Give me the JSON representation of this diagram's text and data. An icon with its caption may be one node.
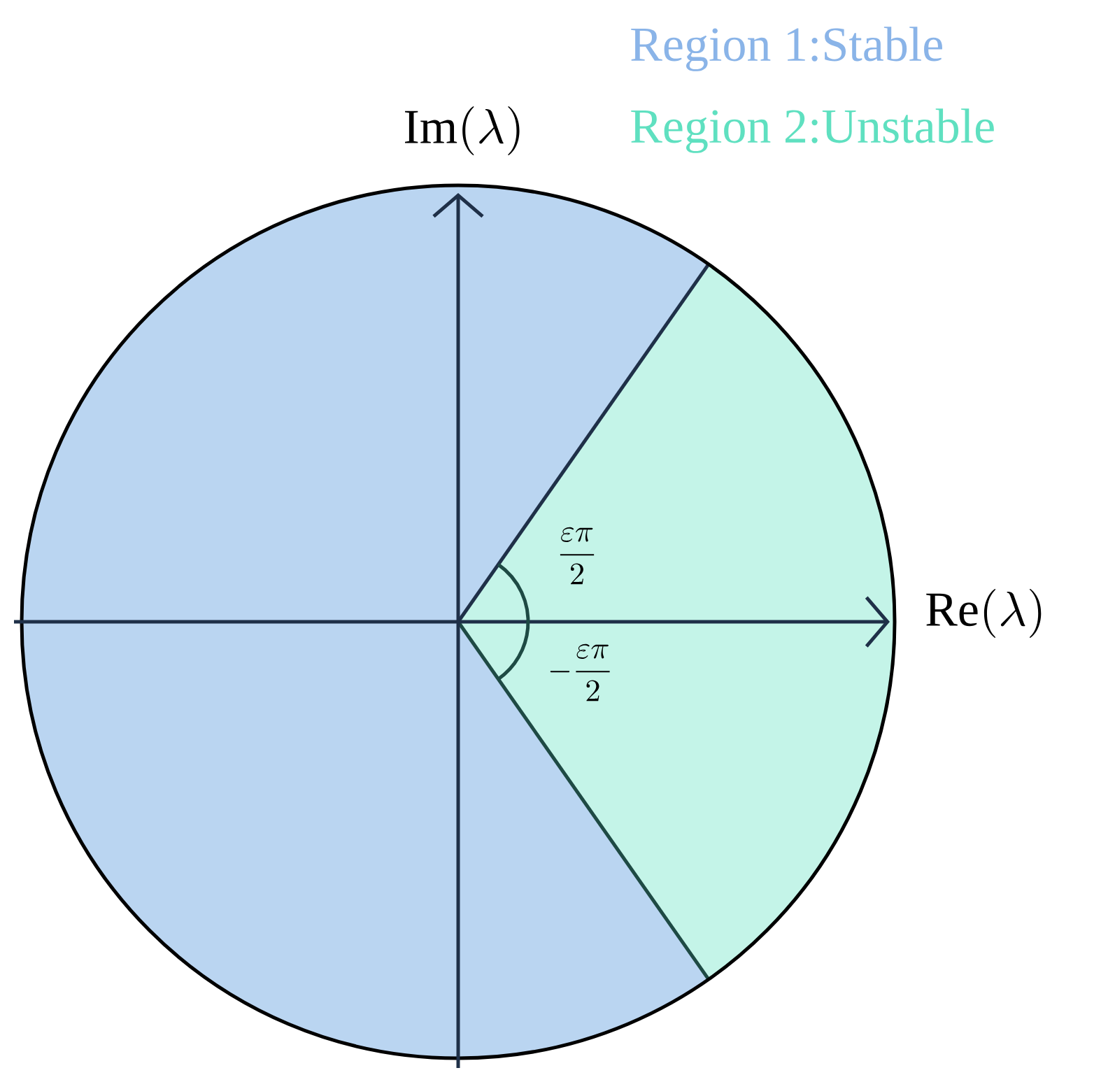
{
  "diagram": {
    "labels": [
      "Region 1:Stable",
      "Region 2:Unstable",
      "\\mathrm{Im}(\\lambda)",
      "\\frac{\\varepsilon\\pi}{2}",
      "\\mathrm{Re}(\\lambda)",
      "-\\frac{\\varepsilon\\pi}{2}"
    ]
  }
}
